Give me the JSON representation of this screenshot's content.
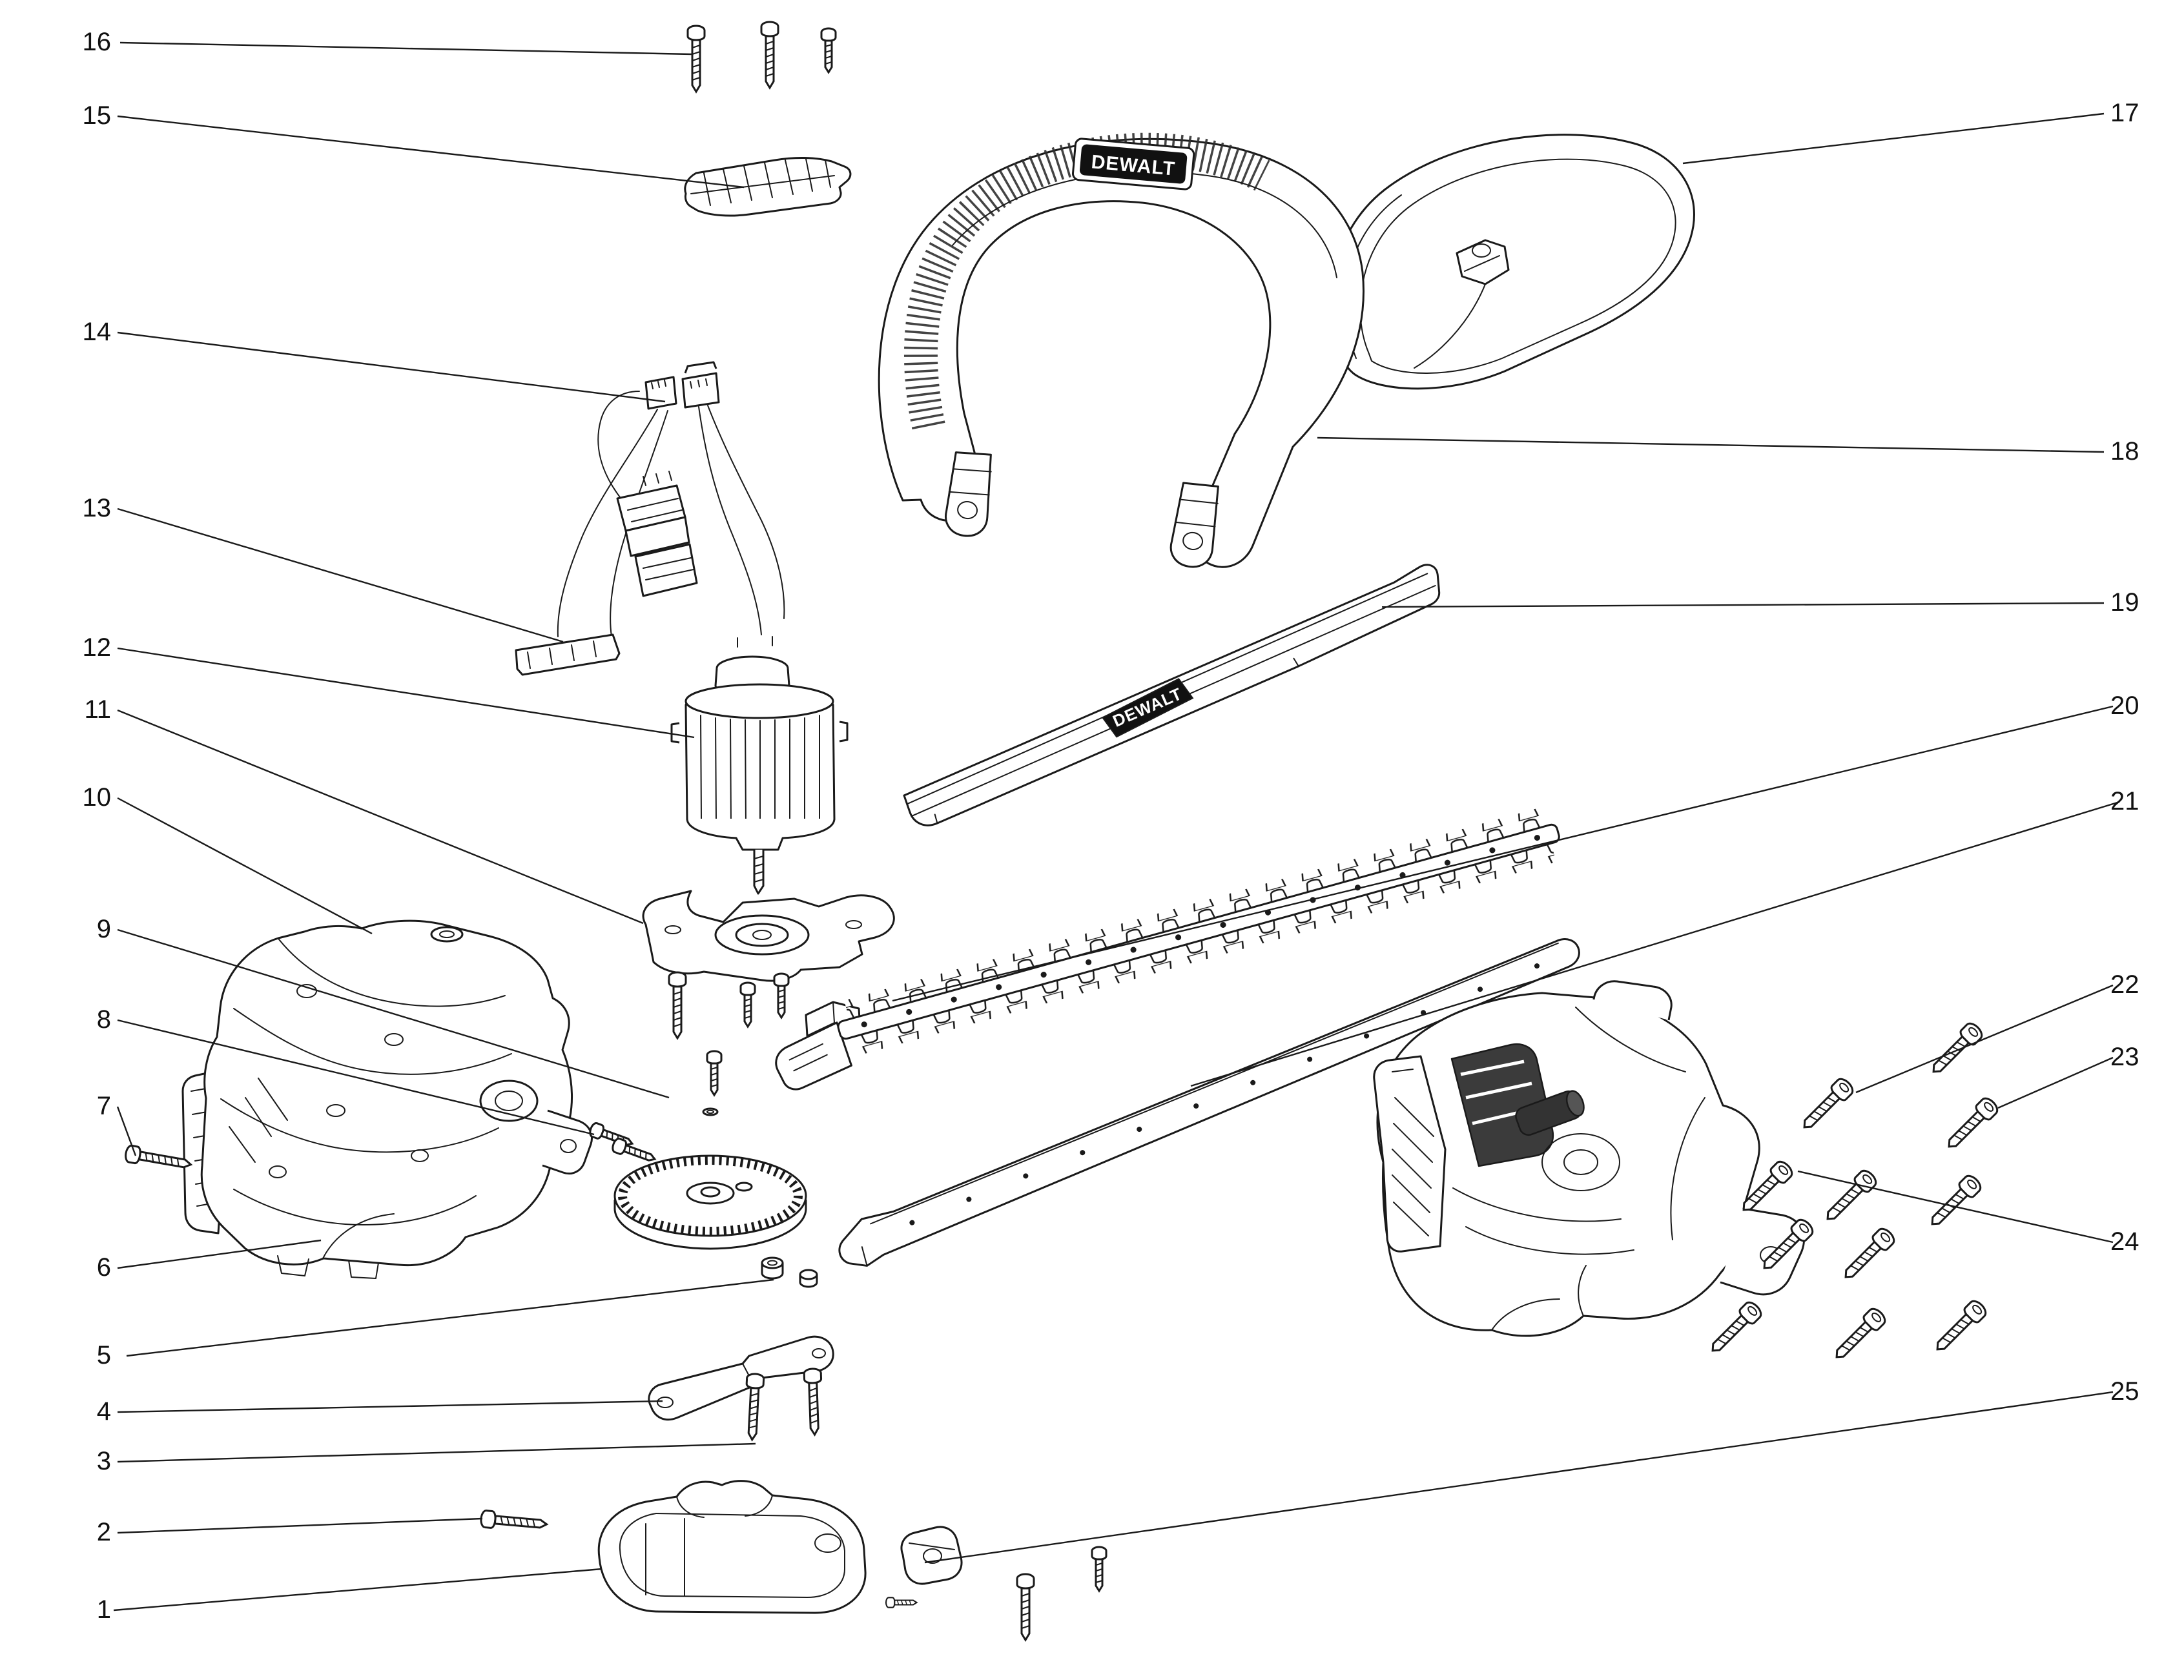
{
  "diagram": {
    "type": "exploded-parts-diagram",
    "brand": "DEWALT",
    "background_color": "#ffffff",
    "line_color": "#1a1a1a",
    "callouts": [
      {
        "number": "1"
      },
      {
        "number": "2"
      },
      {
        "number": "3"
      },
      {
        "number": "4"
      },
      {
        "number": "5"
      },
      {
        "number": "6"
      },
      {
        "number": "7"
      },
      {
        "number": "8"
      },
      {
        "number": "9"
      },
      {
        "number": "10"
      },
      {
        "number": "11"
      },
      {
        "number": "12"
      },
      {
        "number": "13"
      },
      {
        "number": "14"
      },
      {
        "number": "15"
      },
      {
        "number": "16"
      },
      {
        "number": "17"
      },
      {
        "number": "18"
      },
      {
        "number": "19"
      },
      {
        "number": "20"
      },
      {
        "number": "21"
      },
      {
        "number": "22"
      },
      {
        "number": "23"
      },
      {
        "number": "24"
      },
      {
        "number": "25"
      }
    ]
  }
}
